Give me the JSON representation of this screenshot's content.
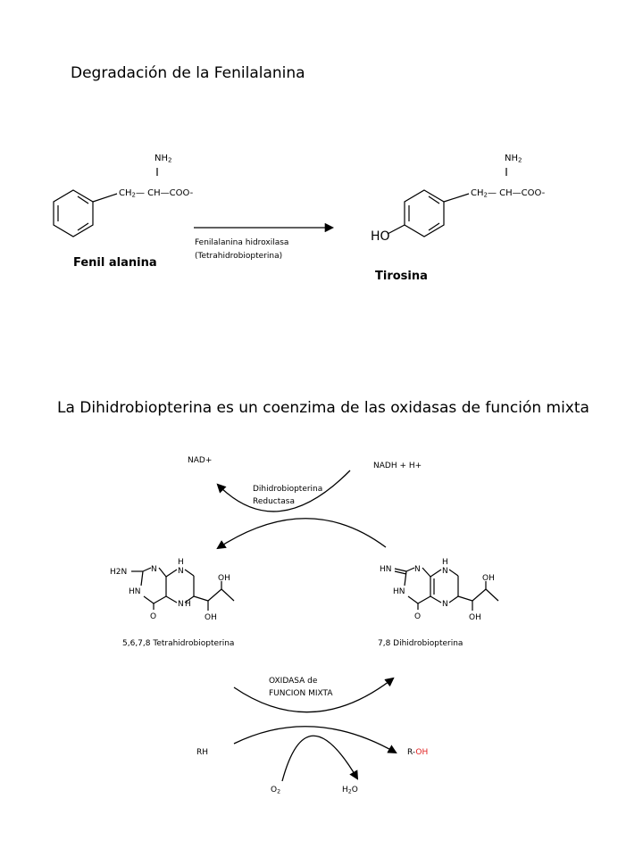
{
  "section1": {
    "title": "Degradación de la Fenilalanina",
    "phe_nh2": "NH",
    "phe_nh2_sub": "2",
    "phe_ch2": "CH",
    "phe_ch2_sub": "2",
    "phe_chain": "— CH—COO-",
    "phe_name": "Fenil alanina",
    "enzyme_line1": "Fenilalanina hidroxilasa",
    "enzyme_line2": "(Tetrahidrobiopterina)",
    "tyr_nh2": "NH",
    "tyr_nh2_sub": "2",
    "tyr_ch2": "CH",
    "tyr_ch2_sub": "2",
    "tyr_chain": "— CH—COO-",
    "tyr_ho": "HO",
    "tyr_name": "Tirosina"
  },
  "section2": {
    "title": "La Dihidrobiopterina es un coenzima de las oxidasas de función mixta",
    "nad": "NAD+",
    "nadh": "NADH + H+",
    "reductase_line1": "Dihidrobiopterina",
    "reductase_line2": "Reductasa",
    "thb_name": "5,6,7,8  Tetrahidrobiopterina",
    "dhb_name": "7,8  Dihidrobiopterina",
    "oxidase_line1": "OXIDASA de",
    "oxidase_line2": "FUNCION MIXTA",
    "rh": "RH",
    "roh_r": "R-",
    "roh_oh": "OH",
    "o2": "O",
    "o2_sub": "2",
    "h2o_h": "H",
    "h2o_sub": "2",
    "h2o_o": "O"
  },
  "colors": {
    "hydroxyl_highlight": "#e02020"
  },
  "atoms": {
    "thb": {
      "h2n": "H2N",
      "n1": "N",
      "nh_top": "H",
      "n_ring": "N",
      "hn": "HN",
      "o": "O",
      "n_bottom": "N",
      "h_bottom": "H",
      "oh1": "OH",
      "oh2": "OH"
    },
    "dhb": {
      "hn_top": "HN",
      "n1": "N",
      "h_top": "H",
      "n_ring": "N",
      "hn": "HN",
      "o": "O",
      "n_bottom": "N",
      "oh1": "OH",
      "oh2": "OH"
    }
  }
}
